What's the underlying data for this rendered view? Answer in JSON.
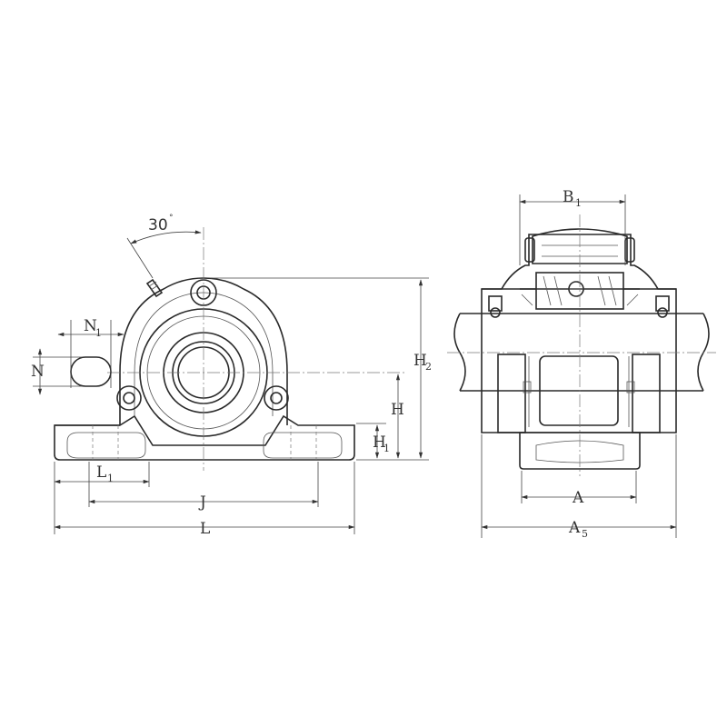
{
  "labels": {
    "angle": "30",
    "angle_unit": "°",
    "N1": {
      "main": "N",
      "sub": "1"
    },
    "N": "N",
    "H2": {
      "main": "H",
      "sub": "2"
    },
    "H": "H",
    "H1": {
      "main": "H",
      "sub": "1"
    },
    "L1": {
      "main": "L",
      "sub": "1"
    },
    "J": "J",
    "L": "L",
    "B1": {
      "main": "B",
      "sub": "1"
    },
    "A": "A",
    "A5": {
      "main": "A",
      "sub": "5"
    }
  }
}
